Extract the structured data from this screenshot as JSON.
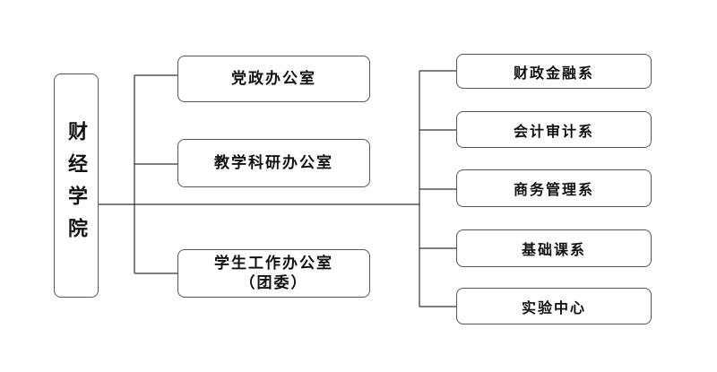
{
  "root": {
    "label": "财经学院"
  },
  "offices": [
    {
      "label": "党政办公室"
    },
    {
      "label": "教学科研办公室"
    },
    {
      "label": "学生工作办公室",
      "sublabel": "（团委）"
    }
  ],
  "departments": [
    {
      "label": "财政金融系"
    },
    {
      "label": "会计审计系"
    },
    {
      "label": "商务管理系"
    },
    {
      "label": "基础课系"
    },
    {
      "label": "实验中心"
    }
  ],
  "colors": {
    "line": "#333333",
    "border": "#555555",
    "text": "#111111"
  }
}
